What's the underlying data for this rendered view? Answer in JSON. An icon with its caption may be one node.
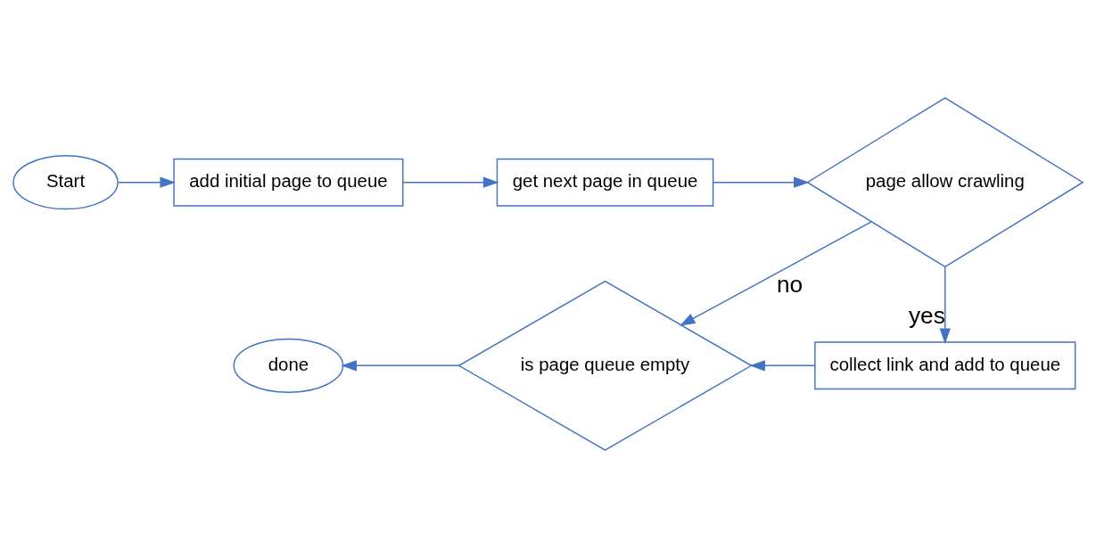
{
  "diagram": {
    "nodes": [
      {
        "text": [
          "Start"
        ]
      },
      {
        "text": [
          "add initial page to queue"
        ]
      },
      {
        "text": [
          "get next page in queue"
        ]
      },
      {
        "text": [
          "page allow crawling"
        ]
      },
      {
        "text": [
          "collect link and add to queue"
        ]
      },
      {
        "text": [
          "is page queue empty"
        ]
      },
      {
        "text": [
          "done"
        ]
      }
    ],
    "edges": [
      {
        "from": 0,
        "to": 1,
        "arrow": "to"
      },
      {
        "from": 1,
        "to": 2,
        "arrow": "to"
      },
      {
        "from": 2,
        "to": 3,
        "arrow": "to"
      },
      {
        "from": 3,
        "to": 4,
        "arrow": "to",
        "label": "yes"
      },
      {
        "from": 3,
        "to": 5,
        "arrow": "to",
        "label": "no"
      },
      {
        "from": 4,
        "to": 5,
        "arrow": "to"
      },
      {
        "from": 5,
        "to": 6,
        "arrow": "to"
      }
    ]
  }
}
